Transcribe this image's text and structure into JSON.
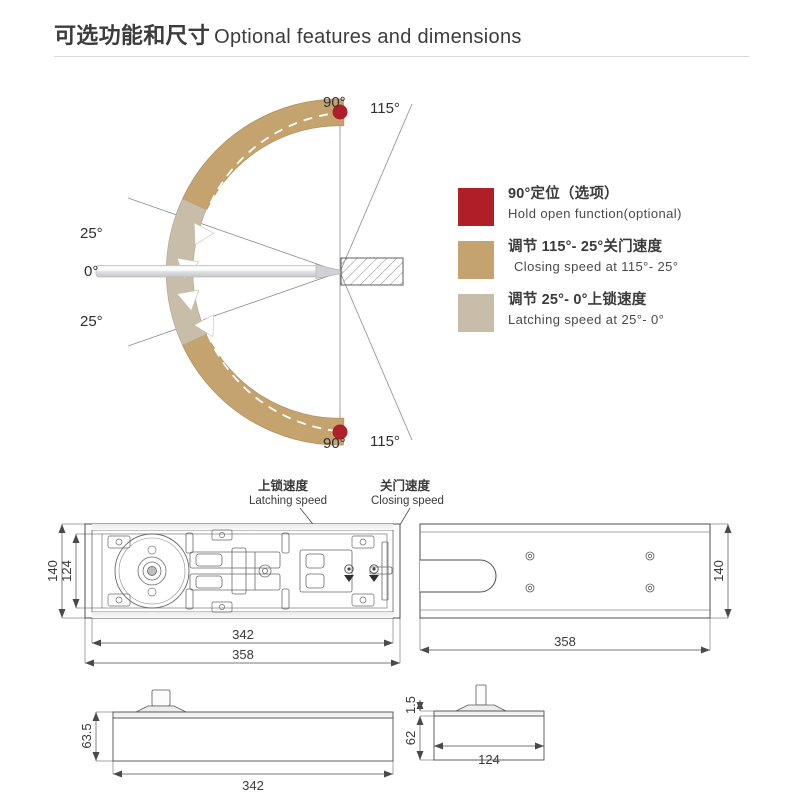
{
  "header": {
    "title_cn": "可选功能和尺寸",
    "title_en": "Optional features and dimensions"
  },
  "arc_diagram": {
    "name": "door-swing-angle-diagram",
    "angle_labels": {
      "top_90": "90°",
      "top_115": "115°",
      "upper_25": "25°",
      "zero": "0°",
      "lower_25": "25°",
      "bottom_90": "90°",
      "bottom_115": "115°"
    },
    "colors": {
      "hold_open_dot": "#b01e28",
      "closing_band": "#c5a36f",
      "latching_band": "#c7bda9",
      "door_blade": "#d8dadb",
      "guide_line": "#8a8a8a"
    }
  },
  "legend": {
    "items": [
      {
        "swatch_color": "#b01e28",
        "label_cn": "90°定位（选项）",
        "label_en": "Hold open function(optional)"
      },
      {
        "swatch_color": "#c5a36f",
        "label_cn": "调节 115°- 25°关门速度",
        "label_en": "Closing speed at 115°- 25°"
      },
      {
        "swatch_color": "#c7bda9",
        "label_cn": "调节 25°- 0°上锁速度",
        "label_en": "Latching speed at 25°- 0°"
      }
    ]
  },
  "tech_drawings": {
    "callouts": [
      {
        "label_cn": "上锁速度",
        "label_en": "Latching speed"
      },
      {
        "label_cn": "关门速度",
        "label_en": "Closing speed"
      }
    ],
    "plan_view": {
      "name": "closer-body-plan-view",
      "dims": {
        "height_outer": "140",
        "height_inner": "124",
        "width_inner": "342",
        "width_outer": "358"
      }
    },
    "cover_plate": {
      "name": "cover-plate-view",
      "dims": {
        "height": "140",
        "width": "358"
      }
    },
    "front_elevation": {
      "name": "closer-front-elevation",
      "dims": {
        "height": "63.5",
        "width": "342"
      }
    },
    "side_elevation": {
      "name": "closer-side-elevation",
      "dims": {
        "top_thickness": "1.5",
        "height": "62",
        "width": "124"
      }
    }
  }
}
